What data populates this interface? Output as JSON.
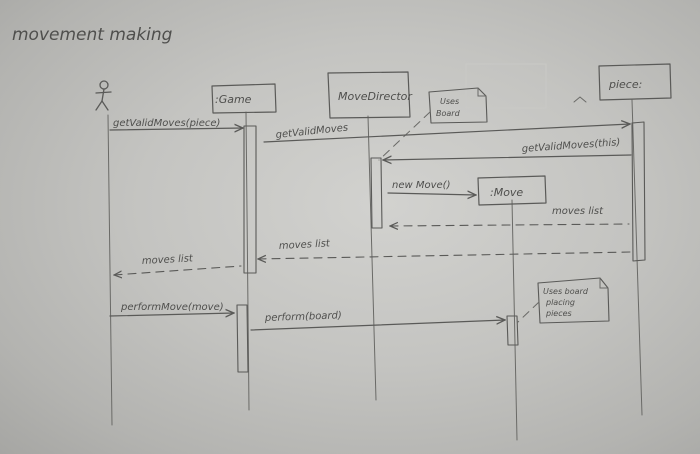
{
  "page_title": "movement making",
  "lifelines": {
    "game": ":Game",
    "move_director": "MoveDirector",
    "piece": "piece:",
    "move": ":Move"
  },
  "notes": {
    "uses_board": "Uses Board",
    "uses_board_placing": "Uses board placing pieces"
  },
  "messages": {
    "get_valid_moves_piece": "getValidMoves(piece)",
    "get_valid_moves": "getValidMoves",
    "get_valid_moves_this": "getValidMoves(this)",
    "new_move": "new Move()",
    "moves_list_1": "moves list",
    "moves_list_2": "moves list",
    "moves_list_3": "moves list",
    "perform_move": "performMove(move)",
    "perform_board": "perform(board)"
  }
}
